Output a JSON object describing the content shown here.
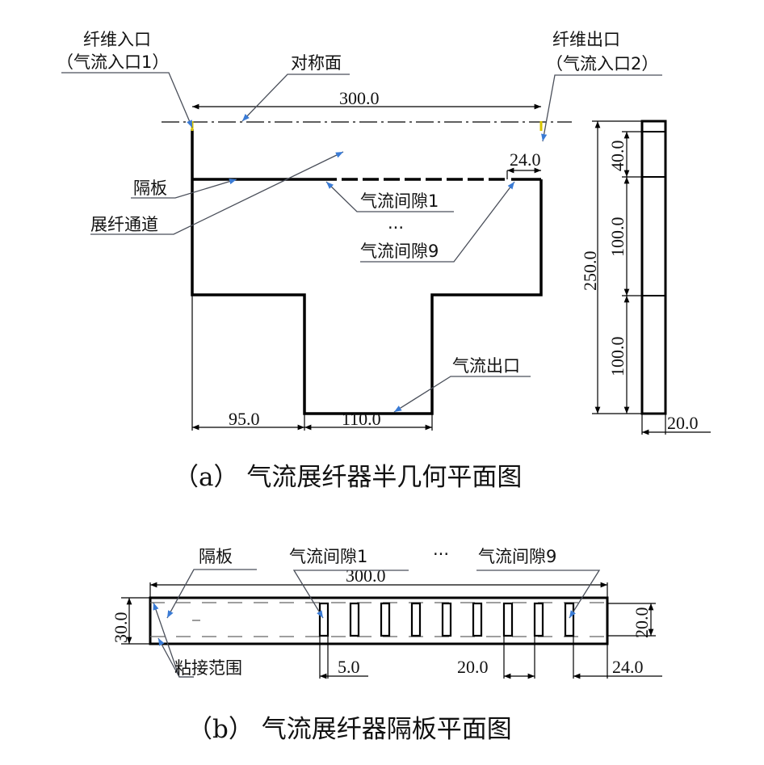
{
  "figure_a": {
    "labels": {
      "fiber_inlet": "纤维入口",
      "air_inlet_1": "（气流入口1）",
      "fiber_outlet": "纤维出口",
      "air_inlet_2": "（气流入口2）",
      "symmetry_plane": "对称面",
      "partition": "隔板",
      "spreading_channel": "展纤通道",
      "air_gap_1": "气流间隙1",
      "ellipsis": "···",
      "air_gap_9": "气流间隙9",
      "air_outlet": "气流出口"
    },
    "dimensions": {
      "length_300": "300.0",
      "gap_24": "24.0",
      "height_250": "250.0",
      "height_40": "40.0",
      "height_100_upper": "100.0",
      "height_100_lower": "100.0",
      "width_95": "95.0",
      "width_110": "110.0",
      "thickness_20": "20.0"
    },
    "caption": "（a）  气流展纤器半几何平面图"
  },
  "figure_b": {
    "labels": {
      "partition": "隔板",
      "air_gap_1": "气流间隙1",
      "ellipsis": "···",
      "air_gap_9": "气流间隙9",
      "bond_range": "粘接范围"
    },
    "dimensions": {
      "length_300": "300.0",
      "height_30": "30.0",
      "height_20": "20.0",
      "width_5": "5.0",
      "pitch_20": "20.0",
      "offset_24": "24.0"
    },
    "caption": "（b）  气流展纤器隔板平面图"
  }
}
